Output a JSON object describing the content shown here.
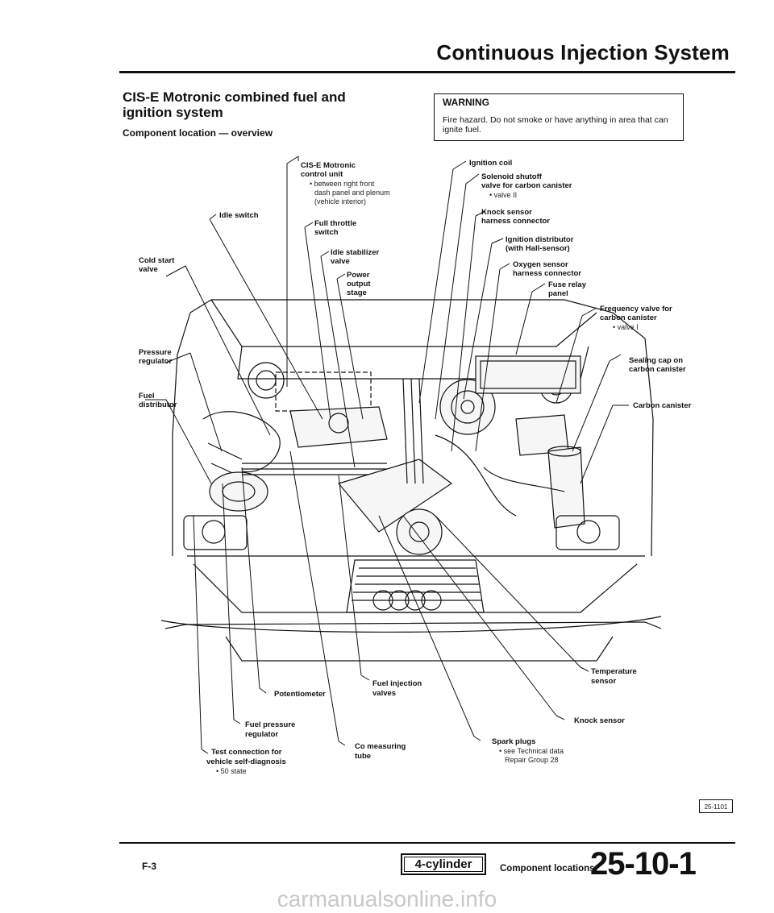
{
  "header": {
    "title": "Continuous Injection System"
  },
  "section": {
    "title": "CIS-E Motronic combined fuel and ignition system",
    "subtitle": "Component location — overview"
  },
  "warning": {
    "title": "WARNING",
    "text": "Fire hazard. Do not smoke or have anything in area that can ignite fuel."
  },
  "labels": {
    "cis_control_unit": [
      "CIS-E Motronic",
      "control unit"
    ],
    "cis_control_unit_notes": [
      "• between right front",
      "dash panel and plenum",
      "(vehicle interior)"
    ],
    "idle_switch": "Idle switch",
    "full_throttle_switch": [
      "Full throttle",
      "switch"
    ],
    "idle_stabilizer_valve": [
      "Idle stabilizer",
      "valve"
    ],
    "power_output_stage": [
      "Power",
      "output",
      "stage"
    ],
    "cold_start_valve": [
      "Cold start",
      "valve"
    ],
    "pressure_regulator": [
      "Pressure",
      "regulator"
    ],
    "fuel_distributor": [
      "Fuel",
      "distributor"
    ],
    "ignition_coil": "Ignition coil",
    "solenoid_shutoff": [
      "Solenoid shutoff",
      "valve for carbon canister"
    ],
    "solenoid_shutoff_note": "• valve II",
    "knock_sensor_connector": [
      "Knock sensor",
      "harness connector"
    ],
    "ignition_distributor": [
      "Ignition distributor",
      "(with Hall-sensor)"
    ],
    "oxygen_sensor_connector": [
      "Oxygen sensor",
      "harness connector"
    ],
    "fuse_relay_panel": [
      "Fuse relay",
      "panel"
    ],
    "frequency_valve": [
      "Frequency valve for",
      "carbon canister"
    ],
    "frequency_valve_note": "• valve I",
    "sealing_cap": [
      "Sealing cap on",
      "carbon canister"
    ],
    "carbon_canister": "Carbon canister",
    "temperature_sensor": [
      "Temperature",
      "sensor"
    ],
    "fuel_injection_valves": [
      "Fuel injection",
      "valves"
    ],
    "potentiometer": "Potentiometer",
    "knock_sensor": "Knock sensor",
    "fuel_pressure_regulator": [
      "Fuel pressure",
      "regulator"
    ],
    "co_measuring_tube": [
      "Co measuring",
      "tube"
    ],
    "spark_plugs": "Spark plugs",
    "spark_plugs_notes": [
      "• see Technical data",
      "Repair Group 28"
    ],
    "test_connection": [
      "Test connection for",
      "vehicle self-diagnosis"
    ],
    "test_connection_note": "• 50 state"
  },
  "figure_ref": "25-1101",
  "footer": {
    "left": "F-3",
    "tab": "4-cylinder",
    "group": "Component locations",
    "page": "25-10-1"
  },
  "watermark": "carmanualsonline.info"
}
